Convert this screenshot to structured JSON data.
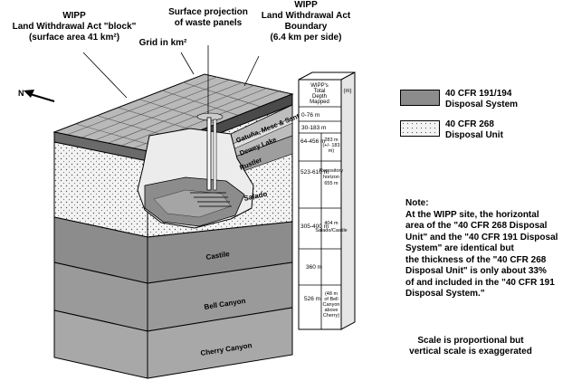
{
  "labels": {
    "wipp_block": [
      "WIPP",
      "Land Withdrawal Act \"block\"",
      "(surface area 41 km²)"
    ],
    "waste_panels": [
      "Surface projection",
      "of waste panels"
    ],
    "boundary": [
      "WIPP",
      "Land Withdrawal Act",
      "Boundary",
      "(6.4 km per side)"
    ],
    "grid": "Grid in km²"
  },
  "legend": {
    "system": [
      "40 CFR 191/194",
      "Disposal System"
    ],
    "unit": [
      "40 CFR 268",
      "Disposal Unit"
    ],
    "system_color": "#8c8c8c"
  },
  "note": {
    "title": "Note:",
    "body": [
      "At the WIPP site, the horizontal",
      "area of the \"40 CFR 268 Disposal",
      "Unit\" and the \"40 CFR 191 Disposal",
      "System\" are identical but",
      "the thickness of the \"40 CFR 268",
      "Disposal Unit\" is only about 33%",
      "of and included in the \"40 CFR 191",
      "Disposal System.\""
    ]
  },
  "scale_note": [
    "Scale is proportional but",
    "vertical scale is exaggerated"
  ],
  "layers": {
    "gatuna": "Gatuña, Mesc & Santa R",
    "dewey_lake": "Dewey Lake",
    "rustler": "Rustler",
    "salado": "Salado",
    "castile": "Castile",
    "bell_canyon": "Bell Canyon",
    "cherry_canyon": "Cherry Canyon"
  },
  "column": {
    "header": [
      "WIPP's",
      "Total",
      "Depth",
      "Mapped",
      "(m)"
    ],
    "depths": [
      "0-76 m",
      "30-183 m",
      "64-456 m",
      "523-610 m",
      "305-400 m",
      "360 m",
      "526 m"
    ],
    "notes": {
      "rustler": [
        "283 m",
        "(+/- 183",
        "m)"
      ],
      "salado": [
        "Repository",
        "horizon",
        "655 m"
      ],
      "castile": [
        "404 m",
        "Salado/Castile"
      ],
      "deep": [
        "(48 m",
        "of Bell",
        "Canyon",
        "above",
        "Cherry)"
      ]
    }
  }
}
